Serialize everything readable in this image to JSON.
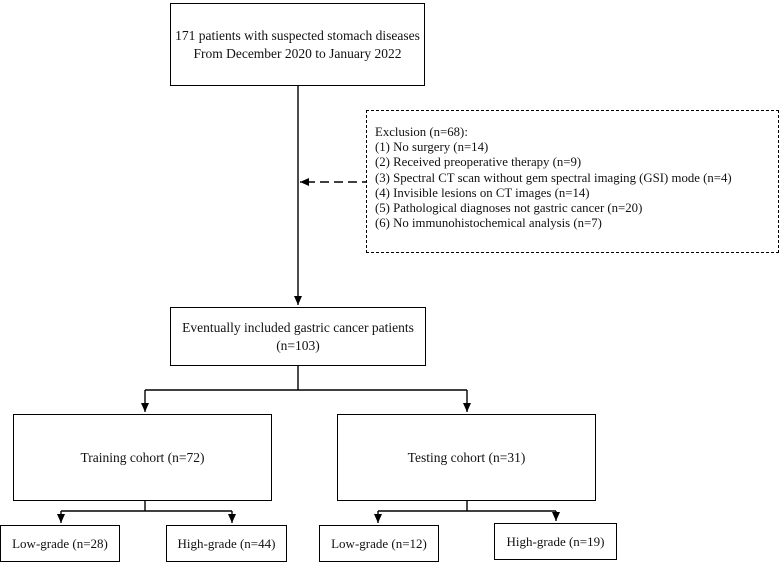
{
  "boxes": {
    "top": {
      "line1": "171 patients with suspected stomach diseases",
      "line2": "From December 2020 to January 2022"
    },
    "exclusion": {
      "title": "Exclusion (n=68):",
      "items": [
        "(1) No surgery (n=14)",
        "(2) Received preoperative therapy (n=9)",
        "(3) Spectral CT scan without gem spectral imaging (GSI) mode (n=4)",
        "(4) Invisible lesions on CT images (n=14)",
        "(5) Pathological diagnoses not gastric cancer (n=20)",
        "(6) No immunohistochemical analysis (n=7)"
      ]
    },
    "included": {
      "line1": "Eventually included gastric cancer patients",
      "line2": "(n=103)"
    },
    "training": {
      "label": "Training cohort (n=72)"
    },
    "testing": {
      "label": "Testing cohort (n=31)"
    },
    "train_low": {
      "label": "Low-grade (n=28)"
    },
    "train_high": {
      "label": "High-grade (n=44)"
    },
    "test_low": {
      "label": "Low-grade (n=12)"
    },
    "test_high": {
      "label": "High-grade (n=19)"
    }
  }
}
